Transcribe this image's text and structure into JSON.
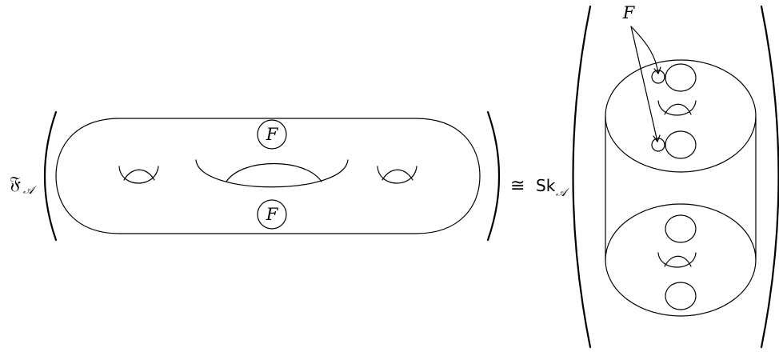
{
  "left_side": {
    "functor_symbol": "𝔉",
    "functor_subscript": "𝒜",
    "top_insertion_label": "F",
    "bottom_insertion_label": "F"
  },
  "relation": {
    "symbol": "≅"
  },
  "right_side": {
    "functor_symbol": "Sk",
    "functor_subscript": "𝒜",
    "pointer_label": "F"
  }
}
